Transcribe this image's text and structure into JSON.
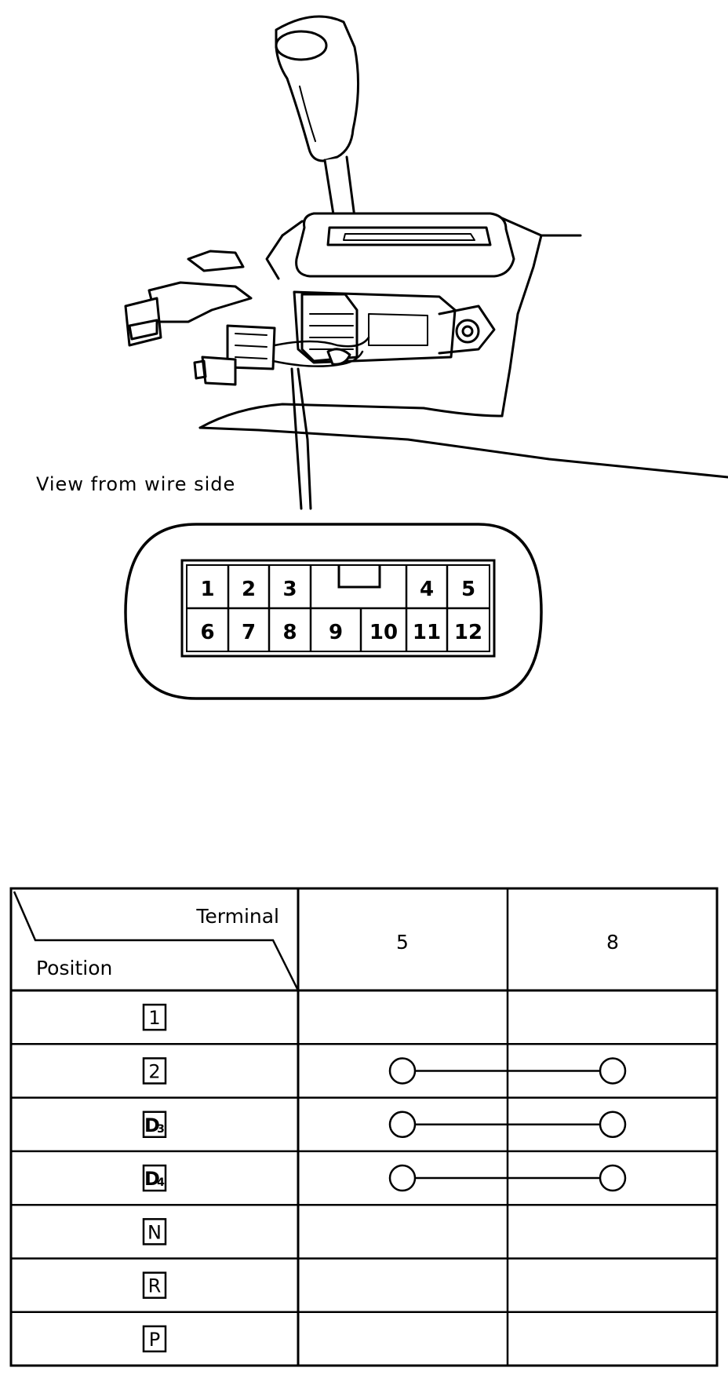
{
  "illustration": {
    "caption": "View from wire side",
    "connector": {
      "top_row": [
        "1",
        "2",
        "3",
        "",
        "4",
        "5"
      ],
      "bottom_row": [
        "6",
        "7",
        "8",
        "9",
        "10",
        "11",
        "12"
      ]
    }
  },
  "table": {
    "header": {
      "terminal_label": "Terminal",
      "position_label": "Position",
      "columns": [
        "5",
        "8"
      ]
    },
    "rows": [
      {
        "position": "1",
        "sub": "",
        "connected": false
      },
      {
        "position": "2",
        "sub": "",
        "connected": true
      },
      {
        "position": "D",
        "sub": "3",
        "connected": true
      },
      {
        "position": "D",
        "sub": "4",
        "connected": true
      },
      {
        "position": "N",
        "sub": "",
        "connected": false
      },
      {
        "position": "R",
        "sub": "",
        "connected": false
      },
      {
        "position": "P",
        "sub": "",
        "connected": false
      }
    ]
  }
}
